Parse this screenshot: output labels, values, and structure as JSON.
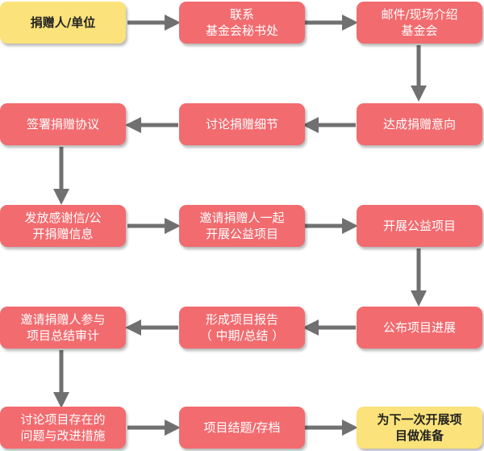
{
  "colors": {
    "box_pink": "#f26b6f",
    "box_yellow": "#fbe27a",
    "arrow": "#707070"
  },
  "nodes": {
    "donor": "捐赠人/单位",
    "contact": "联系\n基金会秘书处",
    "introduce": "邮件/现场介绍\n基金会",
    "intent": "达成捐赠意向",
    "details": "讨论捐赠细节",
    "sign": "签署捐赠协议",
    "thanks": "发放感谢信/公\n开捐赠信息",
    "invite": "邀请捐赠人一起\n开展公益项目",
    "launch": "开展公益项目",
    "progress": "公布项目进展",
    "report": "形成项目报告\n（ 中期/总结 ）",
    "audit": "邀请捐赠人参与\n项目总结审计",
    "discuss": "讨论项目存在的\n问题与改进措施",
    "archive": "项目结题/存档",
    "prepare": "为下一次开展项\n目做准备"
  }
}
